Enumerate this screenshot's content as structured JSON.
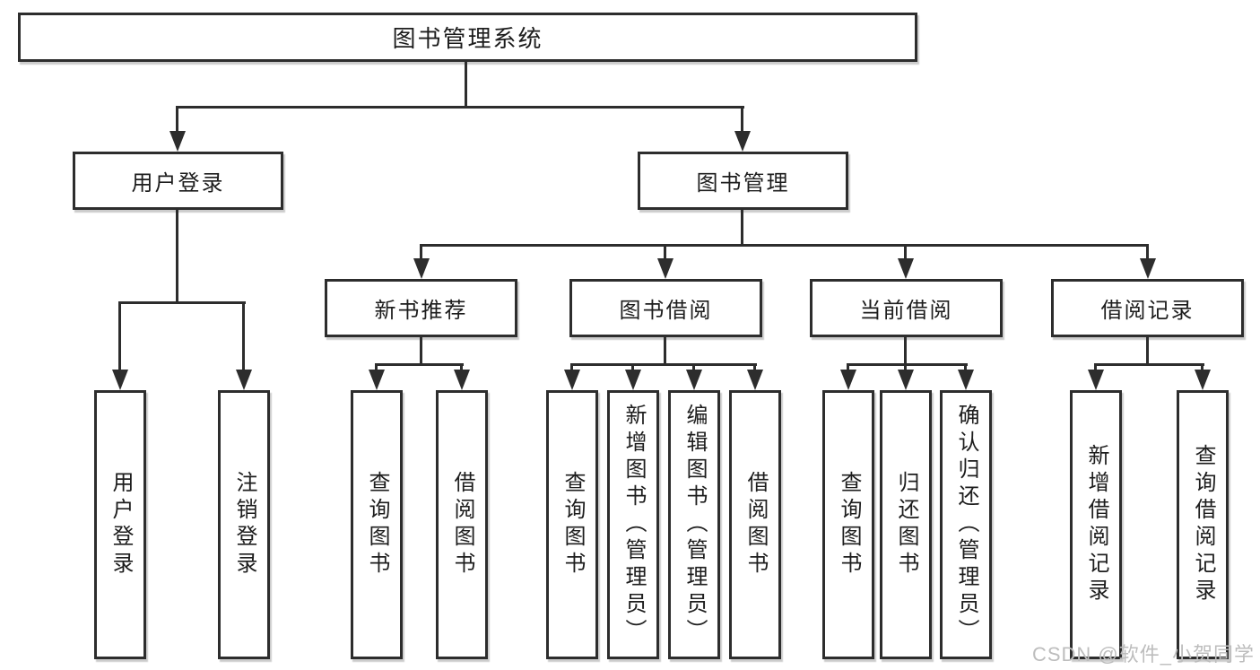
{
  "diagram": {
    "title": "图书管理系统",
    "level2": [
      {
        "label": "用户登录"
      },
      {
        "label": "图书管理"
      }
    ],
    "level3": [
      {
        "label": "新书推荐"
      },
      {
        "label": "图书借阅"
      },
      {
        "label": "当前借阅"
      },
      {
        "label": "借阅记录"
      }
    ],
    "groups": {
      "user_login": [
        "用户登录",
        "注销登录"
      ],
      "new_book": [
        "查询图书",
        "借阅图书"
      ],
      "book_borrow": [
        "查询图书",
        "新增图书（管理员）",
        "编辑图书（管理员）",
        "借阅图书"
      ],
      "current_borrow": [
        "查询图书",
        "归还图书",
        "确认归还（管理员）"
      ],
      "borrow_record": [
        "新增借阅记录",
        "查询借阅记录"
      ]
    }
  },
  "watermark": "CSDN @软件_小贺同学",
  "colors": {
    "line": "#2d2d2d",
    "text": "#1d1d1d",
    "watermark": "#bdbdbd",
    "background": "#ffffff"
  }
}
